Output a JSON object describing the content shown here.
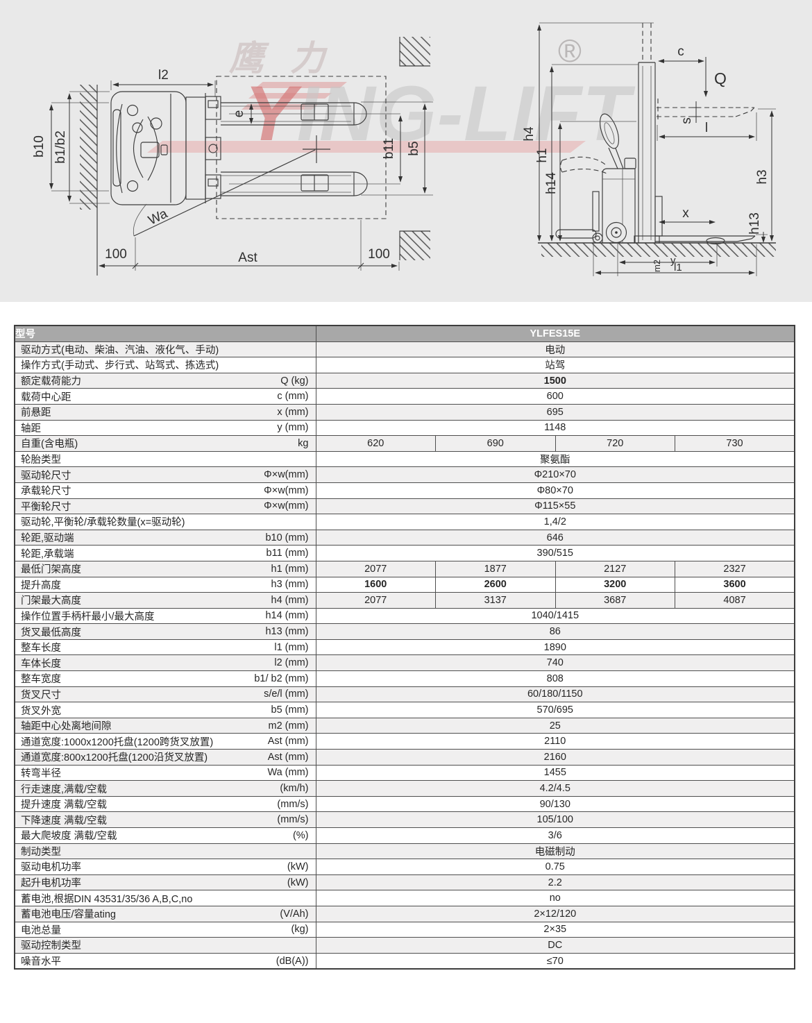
{
  "watermark": {
    "cn_logo": "鹰力",
    "registered": "®",
    "brand_first": "Y",
    "brand_rest": "ING-LIFT"
  },
  "colors": {
    "drawing_bg": "#e9e9e9",
    "header_bg": "#a8a8a8",
    "row_alt_bg": "#f0efef",
    "border": "#4e4e4e",
    "watermark_red": "#d57c7c"
  },
  "diagram": {
    "top_view": {
      "l2": "l2",
      "b10": "b10",
      "b1b2": "b1/b2",
      "e": "e",
      "b11": "b11",
      "b5": "b5",
      "wa": "Wa",
      "left_clearance": "100",
      "ast": "Ast",
      "right_clearance": "100"
    },
    "side_view": {
      "h4": "h4",
      "h1": "h1",
      "h14": "h14",
      "c": "c",
      "q": "Q",
      "s": "s",
      "l": "l",
      "h3": "h3",
      "x": "x",
      "h13": "h13",
      "m2": "m2",
      "y": "y",
      "l1": "l1"
    }
  },
  "table": {
    "header": {
      "label": "型号",
      "value": "YLFES15E"
    },
    "rows": [
      {
        "label": "驱动方式(电动、柴油、汽油、液化气、手动)",
        "symbol": "",
        "values": [
          "电动"
        ]
      },
      {
        "label": "操作方式(手动式、步行式、站驾式、拣选式)",
        "symbol": "",
        "values": [
          "站驾"
        ]
      },
      {
        "label": "额定载荷能力",
        "symbol": "Q (kg)",
        "values": [
          "1500"
        ],
        "bold": true
      },
      {
        "label": "载荷中心距",
        "symbol": "c (mm)",
        "values": [
          "600"
        ]
      },
      {
        "label": "前悬距",
        "symbol": "x (mm)",
        "values": [
          "695"
        ]
      },
      {
        "label": "轴距",
        "symbol": "y (mm)",
        "values": [
          "1148"
        ]
      },
      {
        "label": "自重(含电瓶)",
        "symbol": "kg",
        "values": [
          "620",
          "690",
          "720",
          "730"
        ]
      },
      {
        "label": "轮胎类型",
        "symbol": "",
        "values": [
          "聚氨酯"
        ]
      },
      {
        "label": "驱动轮尺寸",
        "symbol": "Φ×w(mm)",
        "values": [
          "Φ210×70"
        ]
      },
      {
        "label": "承载轮尺寸",
        "symbol": "Φ×w(mm)",
        "values": [
          "Φ80×70"
        ]
      },
      {
        "label": "平衡轮尺寸",
        "symbol": "Φ×w(mm)",
        "values": [
          "Φ115×55"
        ]
      },
      {
        "label": "驱动轮,平衡轮/承载轮数量(x=驱动轮)",
        "symbol": "",
        "values": [
          "1,4/2"
        ]
      },
      {
        "label": "轮距,驱动端",
        "symbol": "b10 (mm)",
        "values": [
          "646"
        ]
      },
      {
        "label": "轮距,承载端",
        "symbol": "b11 (mm)",
        "values": [
          "390/515"
        ]
      },
      {
        "label": "最低门架高度",
        "symbol": "h1 (mm)",
        "values": [
          "2077",
          "1877",
          "2127",
          "2327"
        ]
      },
      {
        "label": "提升高度",
        "symbol": "h3 (mm)",
        "values": [
          "1600",
          "2600",
          "3200",
          "3600"
        ],
        "bold": true
      },
      {
        "label": "门架最大高度",
        "symbol": "h4 (mm)",
        "values": [
          "2077",
          "3137",
          "3687",
          "4087"
        ]
      },
      {
        "label": "操作位置手柄杆最小/最大高度",
        "symbol": "h14 (mm)",
        "values": [
          "1040/1415"
        ]
      },
      {
        "label": "货叉最低高度",
        "symbol": "h13 (mm)",
        "values": [
          "86"
        ]
      },
      {
        "label": "整车长度",
        "symbol": "l1 (mm)",
        "values": [
          "1890"
        ]
      },
      {
        "label": "车体长度",
        "symbol": "l2 (mm)",
        "values": [
          "740"
        ]
      },
      {
        "label": "整车宽度",
        "symbol": "b1/ b2 (mm)",
        "values": [
          "808"
        ]
      },
      {
        "label": "货叉尺寸",
        "symbol": "s/e/l (mm)",
        "values": [
          "60/180/1150"
        ]
      },
      {
        "label": "货叉外宽",
        "symbol": "b5 (mm)",
        "values": [
          "570/695"
        ]
      },
      {
        "label": "轴距中心处离地间隙",
        "symbol": "m2 (mm)",
        "values": [
          "25"
        ]
      },
      {
        "label": "通道宽度:1000x1200托盘(1200跨货叉放置)",
        "symbol": "Ast (mm)",
        "values": [
          "2110"
        ]
      },
      {
        "label": "通道宽度:800x1200托盘(1200沿货叉放置)",
        "symbol": "Ast (mm)",
        "values": [
          "2160"
        ]
      },
      {
        "label": "转弯半径",
        "symbol": "Wa (mm)",
        "values": [
          "1455"
        ]
      },
      {
        "label": "行走速度,满载/空载",
        "symbol": "(km/h)",
        "values": [
          "4.2/4.5"
        ]
      },
      {
        "label": "提升速度 满载/空载",
        "symbol": "(mm/s)",
        "values": [
          "90/130"
        ]
      },
      {
        "label": "下降速度 满载/空载",
        "symbol": "(mm/s)",
        "values": [
          "105/100"
        ]
      },
      {
        "label": "最大爬坡度 满载/空载",
        "symbol": "(%)",
        "values": [
          "3/6"
        ]
      },
      {
        "label": "制动类型",
        "symbol": "",
        "values": [
          "电磁制动"
        ]
      },
      {
        "label": "驱动电机功率",
        "symbol": "(kW)",
        "values": [
          "0.75"
        ]
      },
      {
        "label": "起升电机功率",
        "symbol": "(kW)",
        "values": [
          "2.2"
        ]
      },
      {
        "label": "蓄电池,根据DIN 43531/35/36 A,B,C,no",
        "symbol": "",
        "values": [
          "no"
        ]
      },
      {
        "label": "蓄电池电压/容量ating",
        "symbol": "(V/Ah)",
        "values": [
          "2×12/120"
        ]
      },
      {
        "label": "电池总量",
        "symbol": "(kg)",
        "values": [
          "2×35"
        ]
      },
      {
        "label": "驱动控制类型",
        "symbol": "",
        "values": [
          "DC"
        ]
      },
      {
        "label": "噪音水平",
        "symbol": "(dB(A))",
        "values": [
          "≤70"
        ]
      }
    ]
  }
}
